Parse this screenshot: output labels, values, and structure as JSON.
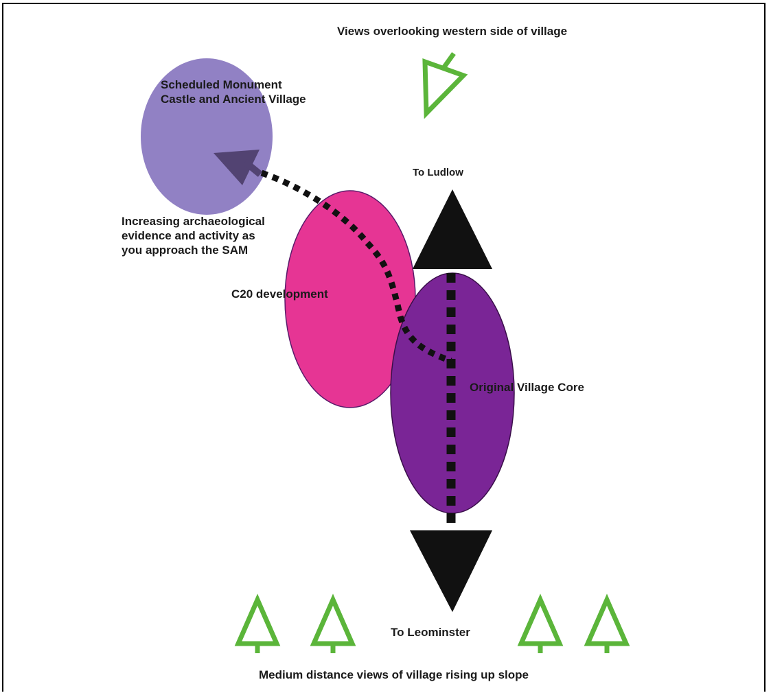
{
  "labels": {
    "top_views": "Views overlooking western side of village",
    "monument_line1": "Scheduled Monument",
    "monument_line2": "Castle and Ancient Village",
    "to_ludlow": "To Ludlow",
    "archaeology_line1": "Increasing archaeological",
    "archaeology_line2": "evidence and activity as",
    "archaeology_line3": "you approach the SAM",
    "c20": "C20 development",
    "core": "Original Village Core",
    "to_leominster": "To Leominster",
    "bottom_views": "Medium distance views of village rising up slope"
  },
  "colors": {
    "monument": "#9181c4",
    "c20": "#e63594",
    "core": "#7a2596",
    "view_symbol": "#5bb53a",
    "route": "#111111"
  }
}
